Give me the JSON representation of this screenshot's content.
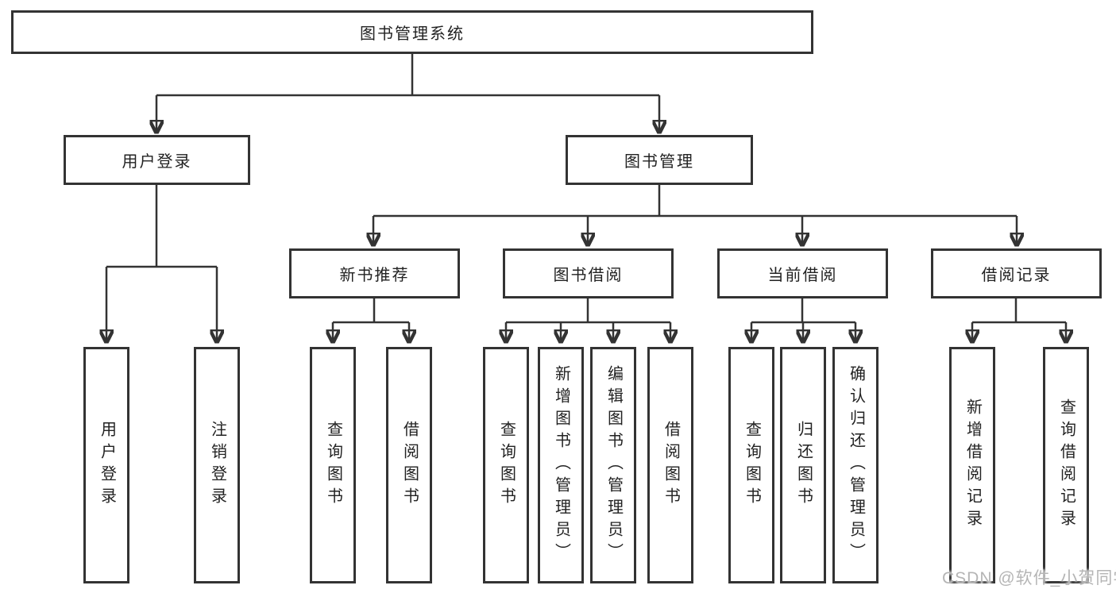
{
  "diagram": {
    "root": {
      "label": "图书管理系统"
    },
    "branches": [
      {
        "label": "用户登录",
        "children": [
          {
            "label": "用户登录"
          },
          {
            "label": "注销登录"
          }
        ]
      },
      {
        "label": "图书管理",
        "children": [
          {
            "label": "新书推荐",
            "children": [
              {
                "label": "查询图书"
              },
              {
                "label": "借阅图书"
              }
            ]
          },
          {
            "label": "图书借阅",
            "children": [
              {
                "label": "查询图书"
              },
              {
                "label": "新增图书（管理员）"
              },
              {
                "label": "编辑图书（管理员）"
              },
              {
                "label": "借阅图书"
              }
            ]
          },
          {
            "label": "当前借阅",
            "children": [
              {
                "label": "查询图书"
              },
              {
                "label": "归还图书"
              },
              {
                "label": "确认归还（管理员）"
              }
            ]
          },
          {
            "label": "借阅记录",
            "children": [
              {
                "label": "新增借阅记录"
              },
              {
                "label": "查询借阅记录"
              }
            ]
          }
        ]
      }
    ]
  },
  "watermark": {
    "text": "CSDN @软件_小贺同学"
  },
  "colors": {
    "line": "#333333",
    "text": "#222222",
    "watermark": "#b5b5b5",
    "background": "#ffffff"
  }
}
